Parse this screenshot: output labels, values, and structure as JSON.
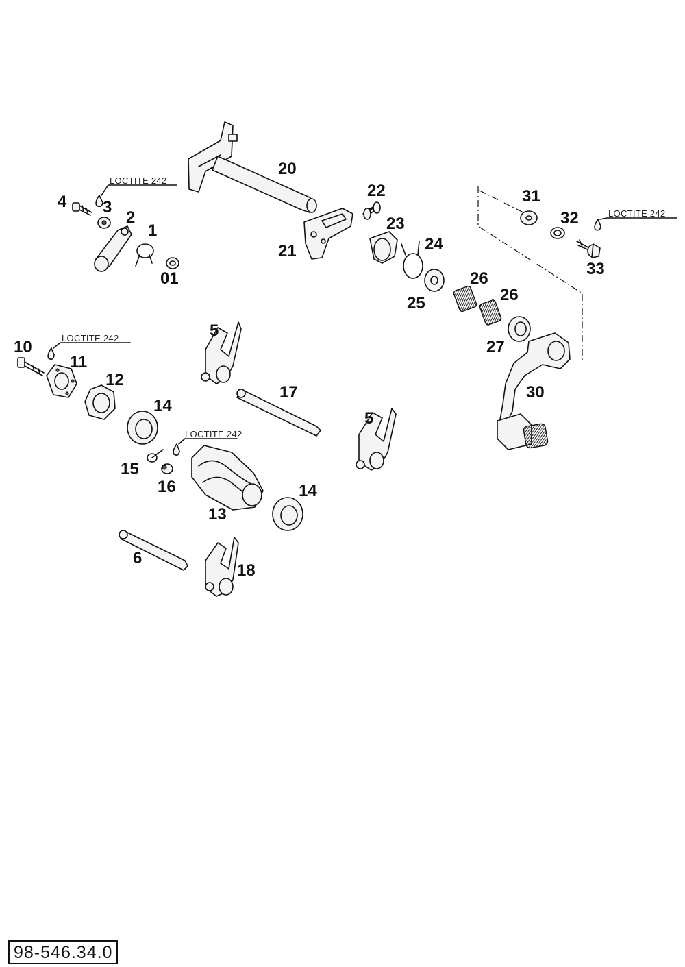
{
  "drawing_number": "98-546.34.0",
  "adhesive_note": "LOCTITE 242",
  "parts": {
    "p01": "01",
    "p1": "1",
    "p2": "2",
    "p3": "3",
    "p4": "4",
    "p5a": "5",
    "p5b": "5",
    "p6": "6",
    "p10": "10",
    "p11": "11",
    "p12": "12",
    "p13": "13",
    "p14a": "14",
    "p14b": "14",
    "p15": "15",
    "p16": "16",
    "p17": "17",
    "p18": "18",
    "p20": "20",
    "p21": "21",
    "p22": "22",
    "p23": "23",
    "p24": "24",
    "p25": "25",
    "p26a": "26",
    "p26b": "26",
    "p27": "27",
    "p30": "30",
    "p31": "31",
    "p32": "32",
    "p33": "33"
  }
}
